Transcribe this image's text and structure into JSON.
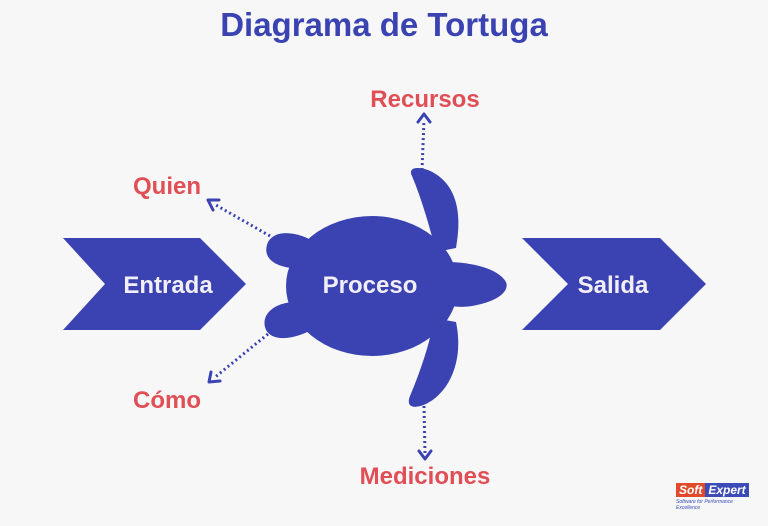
{
  "title": "Diagrama de Tortuga",
  "nodes": {
    "input": "Entrada",
    "process": "Proceso",
    "output": "Salida",
    "resources": "Recursos",
    "who": "Quien",
    "how": "Cómo",
    "measurements": "Mediciones"
  },
  "logo": {
    "soft": "Soft",
    "expert": "Expert",
    "tagline": "Software for Performance Excellence"
  },
  "colors": {
    "shape_fill": "#3a43b1",
    "label_red": "#e04f56",
    "background": "#f7f7f8"
  }
}
